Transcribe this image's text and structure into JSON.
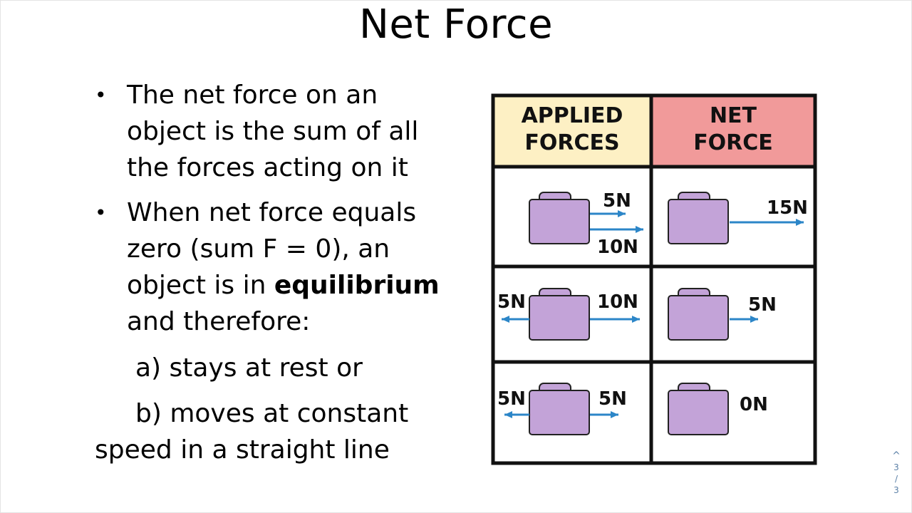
{
  "slide": {
    "title": "Net Force",
    "bullets": [
      {
        "lines": [
          "The net force on an",
          "object is the sum of all",
          "the forces acting on it"
        ]
      },
      {
        "lines_before_bold": [
          "When net force equals",
          "zero (sum F = 0), an"
        ],
        "pre_bold": "object is in ",
        "bold": "equilibrium",
        "after": "and therefore:"
      }
    ],
    "option_a": "a) stays at rest or",
    "option_b": "b) moves at constant",
    "option_b_cont": "speed in a straight line"
  },
  "diagram": {
    "headers": [
      "APPLIED\nFORCES",
      "NET\nFORCE"
    ],
    "header_colors": [
      "#fdf0c4",
      "#f19a9a"
    ],
    "box_color": "#c3a3d8",
    "arrow_color": "#2c86c8",
    "rows": [
      {
        "applied": [
          "5N",
          "10N"
        ],
        "net": "15N"
      },
      {
        "applied": [
          "5N",
          "10N"
        ],
        "net": "5N"
      },
      {
        "applied": [
          "5N",
          "5N"
        ],
        "net": "0N"
      }
    ]
  },
  "nav": {
    "up_icon": "chevron-up-icon",
    "page": "3",
    "sep": "/",
    "total": "3"
  }
}
